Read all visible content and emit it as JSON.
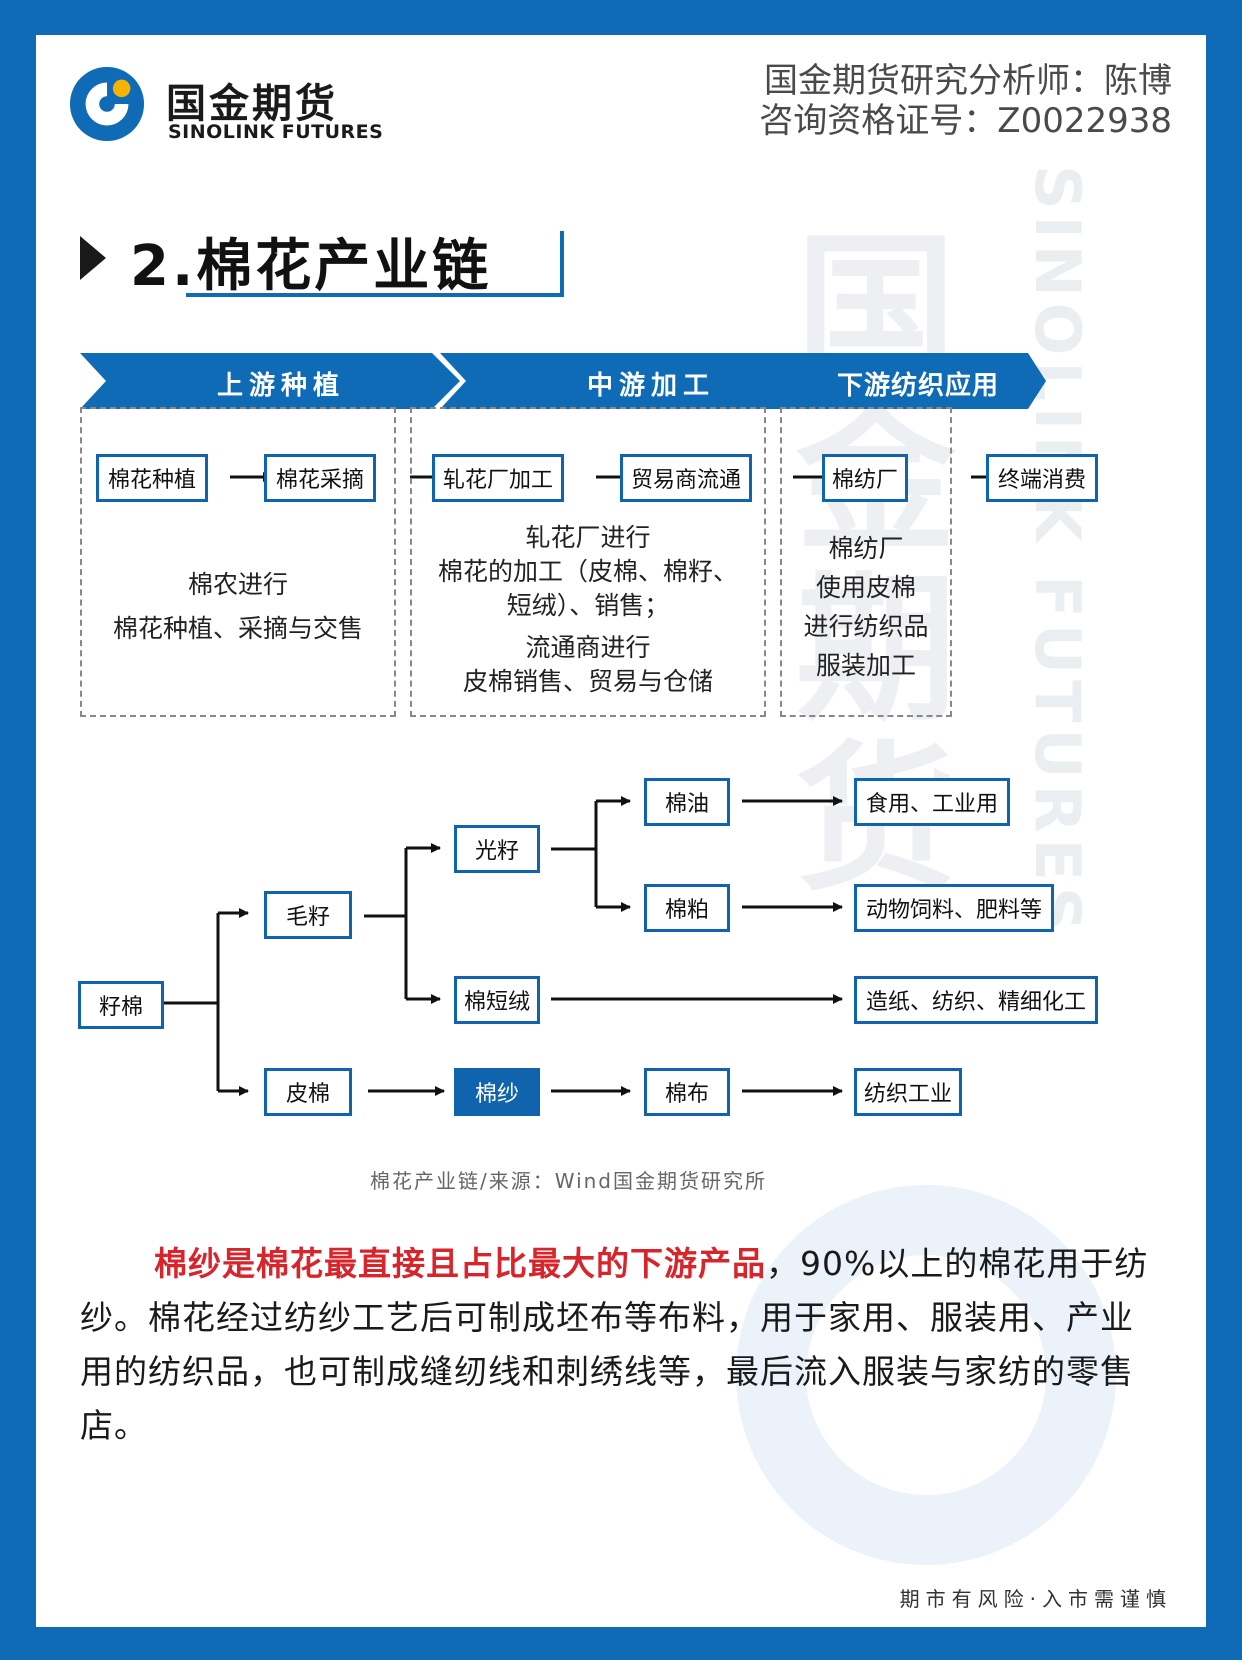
{
  "brand": {
    "name_cn": "国金期货",
    "name_en": "SINOLINK FUTURES",
    "colors": {
      "primary": "#0f6bb5",
      "accent": "#f4b400",
      "highlight": "#d8242b"
    }
  },
  "analyst": {
    "line1": "国金期货研究分析师：陈博",
    "line2": "咨询资格证号：Z0022938"
  },
  "section": {
    "title": "2.棉花产业链"
  },
  "stages": [
    {
      "label": "上游种植"
    },
    {
      "label": "中游加工"
    },
    {
      "label": "下游纺织应用"
    }
  ],
  "flow_nodes": [
    "棉花种植",
    "棉花采摘",
    "轧花厂加工",
    "贸易商流通",
    "棉纺厂",
    "终端消费"
  ],
  "stage_desc": {
    "up": [
      "棉农进行",
      "棉花种植、采摘与交售"
    ],
    "mid1": [
      "轧花厂进行",
      "棉花的加工（皮棉、棉籽、",
      "短绒）、销售；"
    ],
    "mid2": [
      "流通商进行",
      "皮棉销售、贸易与仓储"
    ],
    "down": [
      "棉纺厂",
      "使用皮棉",
      "进行纺织品",
      "服装加工"
    ]
  },
  "tree": {
    "root": "籽棉",
    "maozi": "毛籽",
    "pimian": "皮棉",
    "guangzi": "光籽",
    "mianduanrong": "棉短绒",
    "mianyou": "棉油",
    "mianpo": "棉粕",
    "miansha": "棉纱",
    "mianbu": "棉布",
    "use_mianyou": "食用、工业用",
    "use_mianpo": "动物饲料、肥料等",
    "use_duanrong": "造纸、纺织、精细化工",
    "use_mianbu": "纺织工业"
  },
  "caption": "棉花产业链/来源：Wind国金期货研究所",
  "body": {
    "highlight": "棉纱是棉花最直接且占比最大的下游产品",
    "rest": "，90%以上的棉花用于纺纱。棉花经过纺纱工艺后可制成坯布等布料，用于家用、服装用、产业用的纺织品，也可制成缝纫线和刺绣线等，最后流入服装与家纺的零售店。"
  },
  "footer": "期市有风险·入市需谨慎"
}
